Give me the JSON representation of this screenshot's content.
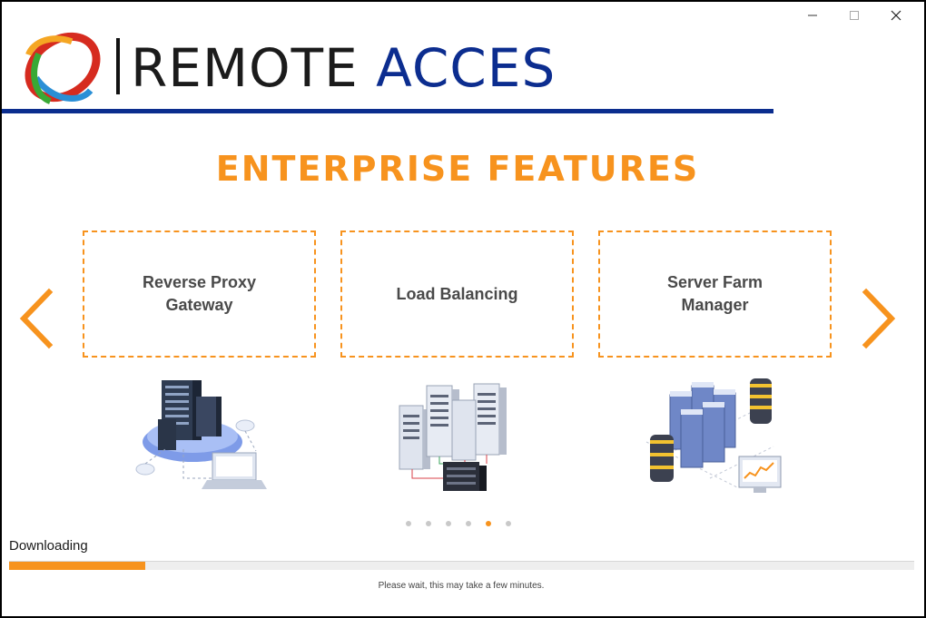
{
  "window": {
    "controls": [
      "minimize-icon",
      "maximize-icon",
      "close-icon"
    ]
  },
  "brand": {
    "part1": "REMOTE ",
    "part2": "ACCES",
    "color_dark": "#1b1b1b",
    "color_blue": "#0c2d8f"
  },
  "section": {
    "title": "ENTERPRISE FEATURES",
    "accent": "#f7931e"
  },
  "features": [
    {
      "label": "Reverse Proxy Gateway",
      "icon": "reverse-proxy-illustration"
    },
    {
      "label": "Load Balancing",
      "icon": "load-balancing-illustration"
    },
    {
      "label": "Server Farm Manager",
      "icon": "server-farm-illustration"
    }
  ],
  "carousel": {
    "prev_icon": "chevron-left-icon",
    "next_icon": "chevron-right-icon",
    "page_count": 6,
    "active_page": 5
  },
  "status": {
    "label": "Downloading",
    "progress": 0.15,
    "message": "Please wait, this may take a few minutes."
  }
}
